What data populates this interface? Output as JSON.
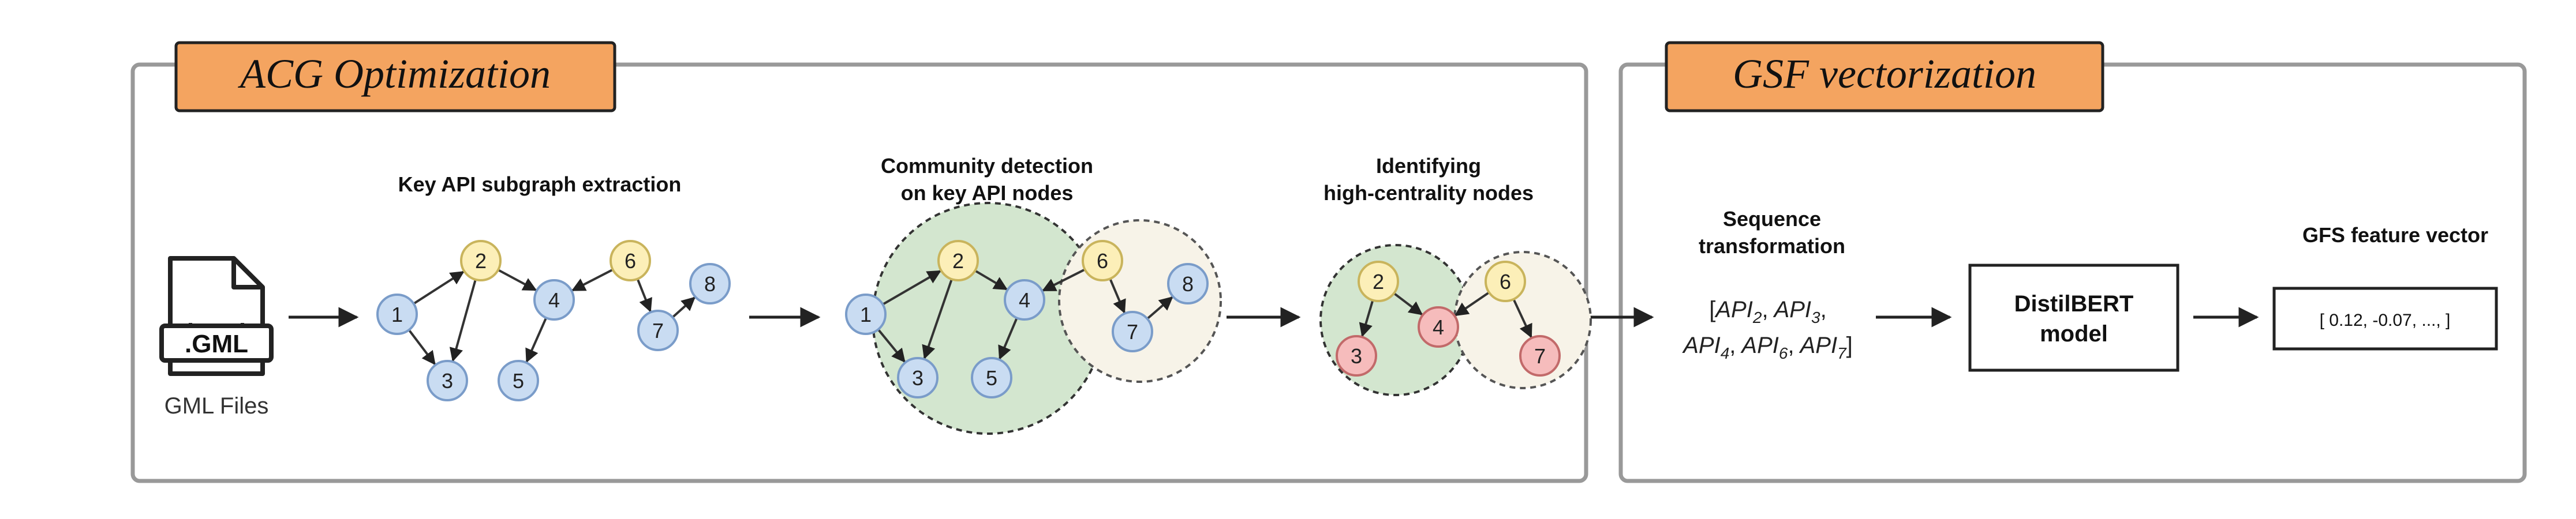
{
  "colors": {
    "panel_border": "#999999",
    "tab_fill": "#F4A460",
    "blue_node": "#C9DCF2",
    "blue_node_stroke": "#7A9CC9",
    "yellow_node": "#FCEFB8",
    "yellow_node_stroke": "#C9B45C",
    "red_node": "#F6BCBC",
    "red_node_stroke": "#C26A6A",
    "green_community": "#D3E6CF",
    "beige_community": "#F7F3E8"
  },
  "panels": {
    "acg_title": "ACG Optimization",
    "gsf_title": "GSF vectorization"
  },
  "gml": {
    "icon_label": ".GML",
    "caption": "GML Files"
  },
  "stages": {
    "key_api_title": "Key API subgraph extraction",
    "community_title_1": "Community detection",
    "community_title_2": "on key API nodes",
    "centrality_title_1": "Identifying",
    "centrality_title_2": "high-centrality nodes",
    "sequence_title_1": "Sequence",
    "sequence_title_2": "transformation",
    "gfs_title": "GFS feature vector"
  },
  "sequence": {
    "line1_open": "[",
    "api": "API",
    "sub2": "2",
    "sub3": "3",
    "sub4": "4",
    "sub6": "6",
    "sub7": "7",
    "comma": ",",
    "close": "]"
  },
  "model": {
    "line1": "DistilBERT",
    "line2": "model"
  },
  "vector": {
    "text": "[ 0.12, -0.07, ..., ]"
  },
  "graph1": {
    "nodes": [
      {
        "id": "1",
        "color": "blue"
      },
      {
        "id": "2",
        "color": "yellow"
      },
      {
        "id": "3",
        "color": "blue"
      },
      {
        "id": "4",
        "color": "blue"
      },
      {
        "id": "5",
        "color": "blue"
      },
      {
        "id": "6",
        "color": "yellow"
      },
      {
        "id": "7",
        "color": "blue"
      },
      {
        "id": "8",
        "color": "blue"
      }
    ]
  },
  "graph2": {
    "nodes": [
      {
        "id": "1",
        "color": "blue"
      },
      {
        "id": "2",
        "color": "yellow"
      },
      {
        "id": "3",
        "color": "blue"
      },
      {
        "id": "4",
        "color": "blue"
      },
      {
        "id": "5",
        "color": "blue"
      },
      {
        "id": "6",
        "color": "yellow"
      },
      {
        "id": "7",
        "color": "blue"
      },
      {
        "id": "8",
        "color": "blue"
      }
    ]
  },
  "graph3": {
    "nodes": [
      {
        "id": "2",
        "color": "yellow"
      },
      {
        "id": "4",
        "color": "red"
      },
      {
        "id": "3",
        "color": "red"
      },
      {
        "id": "6",
        "color": "yellow"
      },
      {
        "id": "7",
        "color": "red"
      }
    ]
  }
}
